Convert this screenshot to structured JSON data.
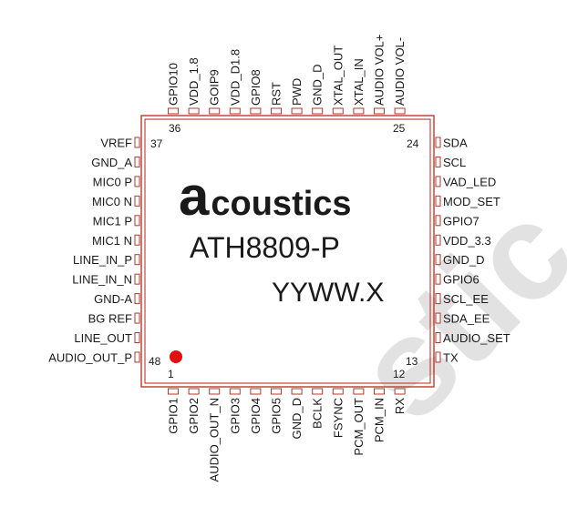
{
  "chip": {
    "brand_a": "a",
    "brand_rest": "coustics",
    "part_number": "ATH8809-P",
    "date_code": "YYWW.X",
    "body_color": "#c0392b",
    "pin1_marker_color": "#e01010",
    "watermark_text": "stic",
    "watermark_color": "#e2e2e2"
  },
  "corner_numbers": {
    "top_left": "36",
    "top_right": "25",
    "right_top": "24",
    "left_top": "37",
    "left_bottom": "48",
    "bottom_left": "1",
    "bottom_right": "12",
    "right_bottom": "13"
  },
  "pins": {
    "left": [
      "VREF",
      "GND_A",
      "MIC0 P",
      "MIC0 N",
      "MIC1 P",
      "MIC1 N",
      "LINE_IN_P",
      "LINE_IN_N",
      "GND-A",
      "BG REF",
      "LINE_OUT",
      "AUDIO_OUT_P"
    ],
    "right": [
      "SDA",
      "SCL",
      "VAD_LED",
      "MOD_SET",
      "GPIO7",
      "VDD_3.3",
      "GND_D",
      "GPIO6",
      "SCL_EE",
      "SDA_EE",
      "AUDIO_SET",
      "TX"
    ],
    "top": [
      "GPIO10",
      "VDD_1.8",
      "GOIP9",
      "VDD_D1.8",
      "GPIO8",
      "RST",
      "PWD",
      "GND_D",
      "XTAL_OUT",
      "XTAL_IN",
      "AUDIO VOL+",
      "AUDIO VOL-"
    ],
    "bottom": [
      "GPIO1",
      "GPIO2",
      "AUDIO_OUT_N",
      "GPIO3",
      "GPIO4",
      "GPIO5",
      "GND_D",
      "BCLK",
      "FSYNC",
      "PCM_OUT",
      "PCM_IN",
      "RX"
    ]
  }
}
